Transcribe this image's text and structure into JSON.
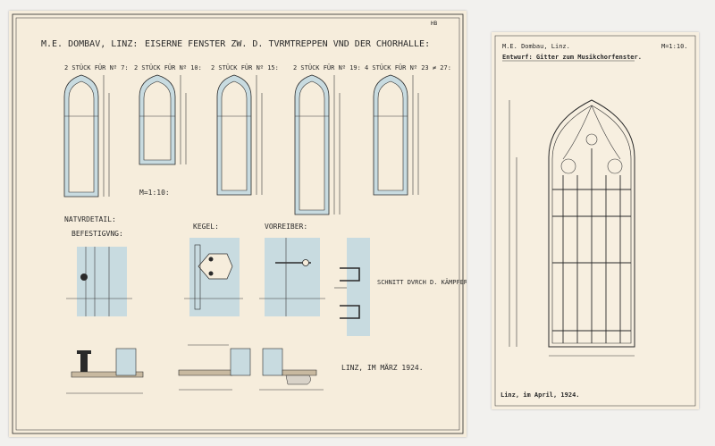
{
  "left_sheet": {
    "author": "M.E. DOMBAV, LINZ:",
    "title": "EISERNE FENSTER ZW. D. TVRMTREPPEN VND DER CHORHALLE:",
    "windows": [
      {
        "label": "2 STÜCK FÜR Nº 7:"
      },
      {
        "label": "2 STÜCK FÜR Nº 10:"
      },
      {
        "label": "2 STÜCK FÜR Nº 15:"
      },
      {
        "label": "2 STÜCK FÜR Nº 19:"
      },
      {
        "label": "4 STÜCK FÜR Nº 23 ≠ 27:"
      }
    ],
    "scale": "M=1:10:",
    "detail_title": "NATVRDETAIL:",
    "befestigung": "BEFESTIGVNG:",
    "kegel": "KEGEL:",
    "vorreiber": "VORREIBER:",
    "schnitt": "SCHNITT DVRCH D. KÄMPFER:",
    "date": "LINZ, IM MÄRZ 1924.",
    "corner_mark": "HB"
  },
  "right_sheet": {
    "author": "M.E. Dombau, Linz.",
    "scale": "M=1:10.",
    "title": "Entwurf: Gitter zum Musikchorfenster.",
    "date": "Linz, im April, 1924."
  }
}
